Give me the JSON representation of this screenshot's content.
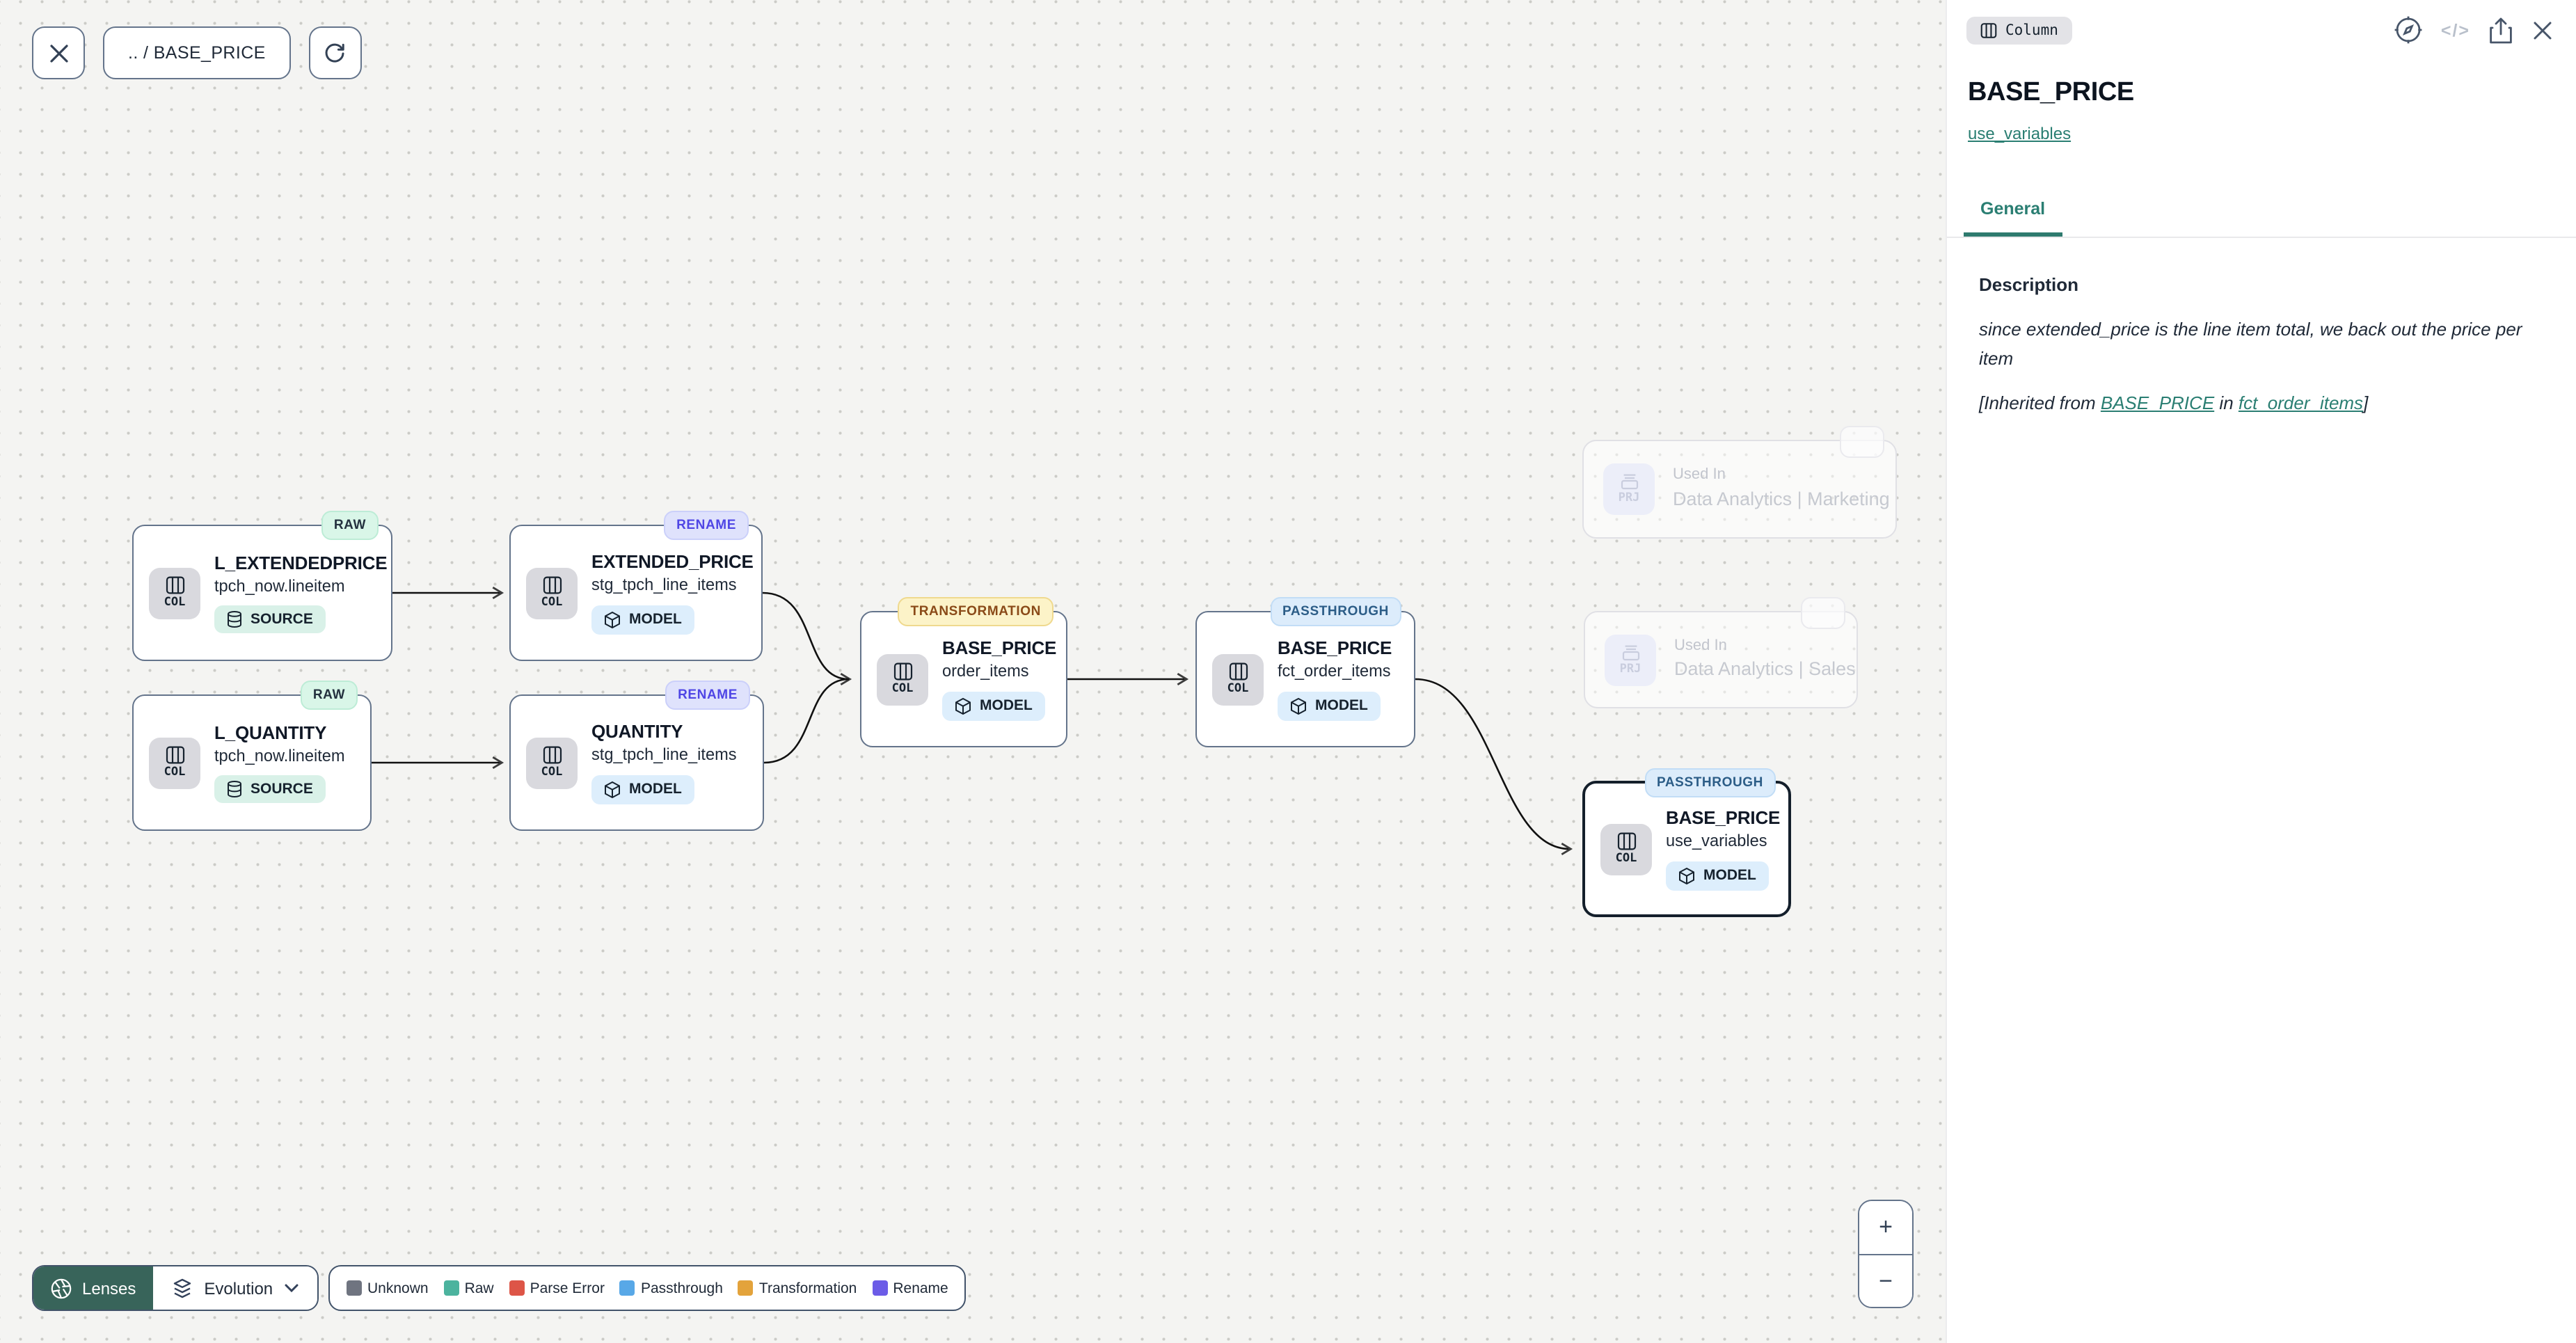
{
  "toolbar": {
    "breadcrumb": ".. / BASE_PRICE"
  },
  "panel": {
    "type_badge": "Column",
    "title": "BASE_PRICE",
    "subtitle_link": "use_variables",
    "tab_general": "General",
    "description": {
      "heading": "Description",
      "text": "since extended_price is the line item total, we back out the price per item",
      "inherited_prefix": "[Inherited from ",
      "inherited_link1": "BASE_PRICE",
      "inherited_middle": " in ",
      "inherited_link2": "fct_order_items",
      "inherited_suffix": "]"
    }
  },
  "nodes": [
    {
      "chip": "COL",
      "badge": "RAW",
      "title": "L_EXTENDEDPRICE",
      "subtitle": "tpch_now.lineitem",
      "kind": "SOURCE"
    },
    {
      "chip": "COL",
      "badge": "RENAME",
      "title": "EXTENDED_PRICE",
      "subtitle": "stg_tpch_line_items",
      "kind": "MODEL"
    },
    {
      "chip": "COL",
      "badge": "RAW",
      "title": "L_QUANTITY",
      "subtitle": "tpch_now.lineitem",
      "kind": "SOURCE"
    },
    {
      "chip": "COL",
      "badge": "RENAME",
      "title": "QUANTITY",
      "subtitle": "stg_tpch_line_items",
      "kind": "MODEL"
    },
    {
      "chip": "COL",
      "badge": "TRANSFORMATION",
      "title": "BASE_PRICE",
      "subtitle": "order_items",
      "kind": "MODEL"
    },
    {
      "chip": "COL",
      "badge": "PASSTHROUGH",
      "title": "BASE_PRICE",
      "subtitle": "fct_order_items",
      "kind": "MODEL"
    },
    {
      "chip": "COL",
      "badge": "PASSTHROUGH",
      "title": "BASE_PRICE",
      "subtitle": "use_variables",
      "kind": "MODEL"
    }
  ],
  "ghost_nodes": [
    {
      "chip": "PRJ",
      "label": "Used In",
      "name": "Data Analytics | Marketing"
    },
    {
      "chip": "PRJ",
      "label": "Used In",
      "name": "Data Analytics | Sales"
    }
  ],
  "controls": {
    "lenses_label": "Lenses",
    "lens_selected": "Evolution",
    "zoom_in": "+",
    "zoom_out": "−"
  },
  "legend": {
    "items": [
      {
        "label": "Unknown",
        "color": "#6f7480"
      },
      {
        "label": "Raw",
        "color": "#4cb39e"
      },
      {
        "label": "Parse Error",
        "color": "#dd5547"
      },
      {
        "label": "Passthrough",
        "color": "#58a8e7"
      },
      {
        "label": "Transformation",
        "color": "#e3a33b"
      },
      {
        "label": "Rename",
        "color": "#6c5ce7"
      }
    ]
  },
  "accent_colors": {
    "teal_link": "#2a7e72",
    "lenses_bg": "#38645a",
    "canvas_bg": "#f4f4f2"
  }
}
